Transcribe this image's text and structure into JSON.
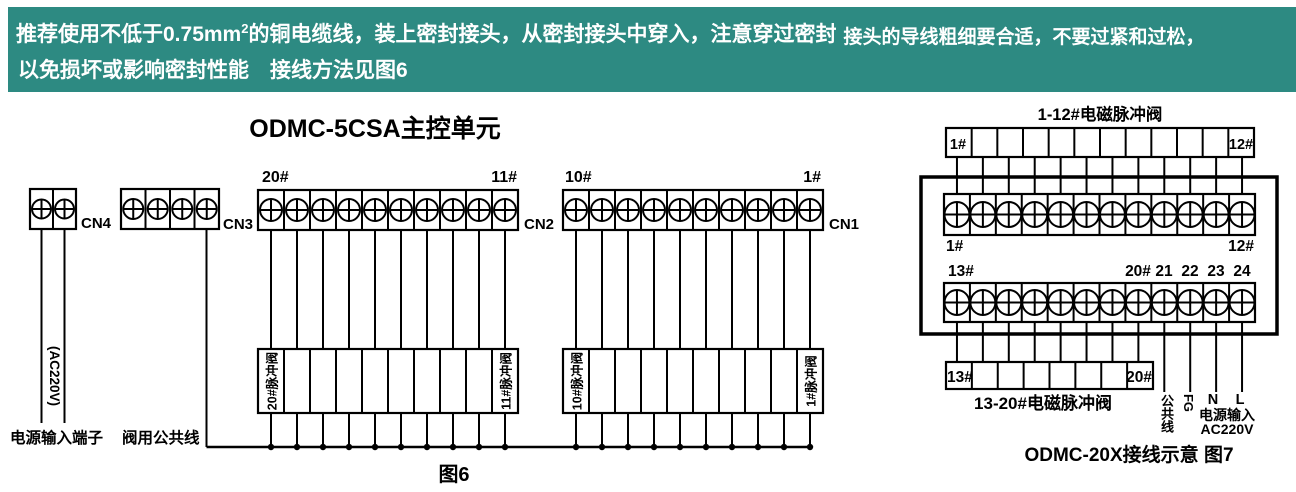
{
  "banner": {
    "accent_color": "#2d8a82",
    "line1_pre": "推荐使用不低于0.75mm",
    "line1_sup": "2",
    "line1_post": "的铜电缆线，装上密封接头，从密封接头中穿入，注意穿过密封",
    "line1_tail": "接头的导线粗细要合适，不要过紧和过松，",
    "line2": "以免损坏或影响密封性能　接线方法见图6"
  },
  "fig6": {
    "title": "ODMC-5CSA主控单元",
    "cn4_label": "CN4",
    "cn3_label": "CN3",
    "cn2_label": "CN2",
    "cn1_label": "CN1",
    "cn2_first": "20#",
    "cn2_last": "11#",
    "cn1_first": "10#",
    "cn1_last": "1#",
    "ac_label": "(AC220V)",
    "power_input_label": "电源输入端子",
    "valve_common_label": "阀用公共线",
    "cn2_valve_first": "20#脉冲阀",
    "cn2_valve_last": "11#脉冲阀",
    "cn1_valve_first": "10#脉冲阀",
    "cn1_valve_last": "1#脉冲阀",
    "caption": "图6"
  },
  "fig7": {
    "top_title": "1-12#电磁脉冲阀",
    "top_strip_first": "1#",
    "top_strip_last": "12#",
    "row1_left": "1#",
    "row1_right": "12#",
    "row2_left": "13#",
    "row2_labels": [
      "20#",
      "21",
      "22",
      "23",
      "24"
    ],
    "bottom_strip_first": "13#",
    "bottom_strip_last": "20#",
    "bottom_title": "13-20#电磁脉冲阀",
    "common_label": "公共线",
    "fg_label": "FG",
    "n_label": "N",
    "l_label": "L",
    "power_label_1": "电源输入",
    "power_label_2": "AC220V",
    "caption": "ODMC-20X接线示意 图7"
  }
}
